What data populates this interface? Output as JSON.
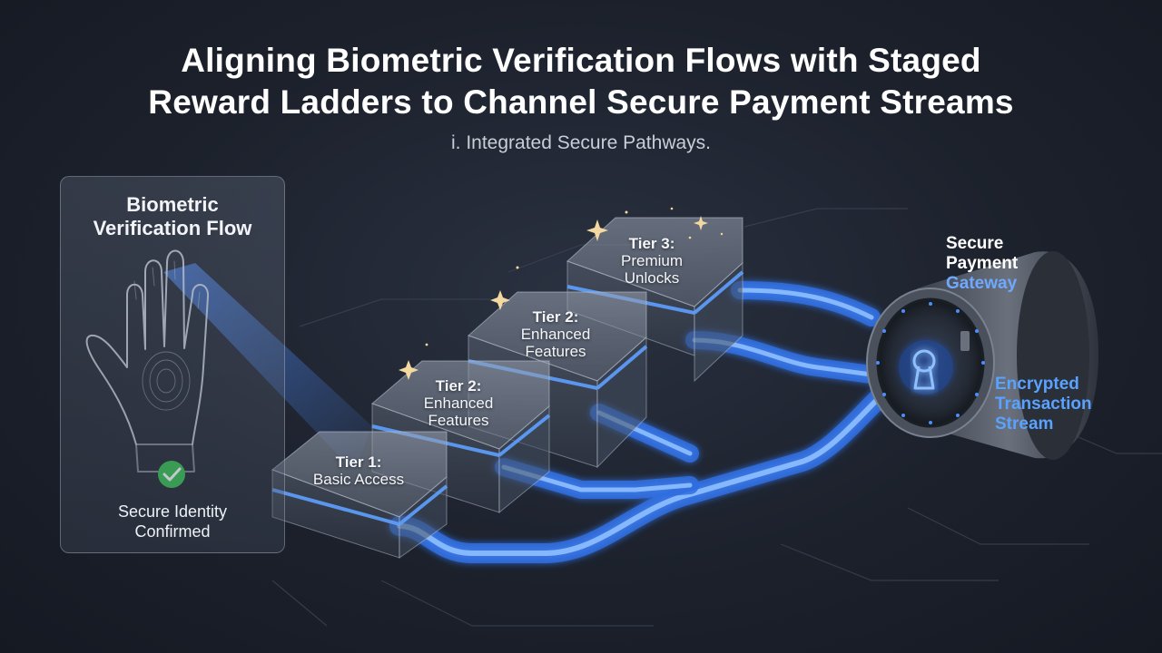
{
  "header": {
    "title_line1": "Aligning Biometric Verification Flows with Staged",
    "title_line2": "Reward Ladders to Channel Secure Payment Streams",
    "subtitle": "i. Integrated Secure Pathways."
  },
  "biometric_panel": {
    "title_line1": "Biometric",
    "title_line2": "Verification Flow",
    "status_line1": "Secure Identity",
    "status_line2": "Confirmed"
  },
  "tiers": [
    {
      "head": "Tier 1:",
      "line1": "Basic Access",
      "line2": ""
    },
    {
      "head": "Tier 2:",
      "line1": "Enhanced",
      "line2": "Features"
    },
    {
      "head": "Tier 2:",
      "line1": "Enhanced",
      "line2": "Features"
    },
    {
      "head": "Tier 3:",
      "line1": "Premium",
      "line2": "Unlocks"
    }
  ],
  "gateway": {
    "label_line1": "Secure",
    "label_line2": "Payment",
    "label_line3": "Gateway",
    "stream_line1": "Encrypted",
    "stream_line2": "Transaction",
    "stream_line3": "Stream"
  },
  "colors": {
    "accent_blue": "#4d8dff",
    "gateway_label_white": "#ffffff",
    "gateway_label_blue": "#6ea8ff",
    "stream_label": "#5aa2ff",
    "check_green": "#2fbf4a"
  },
  "icons": [
    "hand-scan-icon",
    "checkmark-icon",
    "keyhole-lock-icon",
    "sparkle-icon"
  ]
}
